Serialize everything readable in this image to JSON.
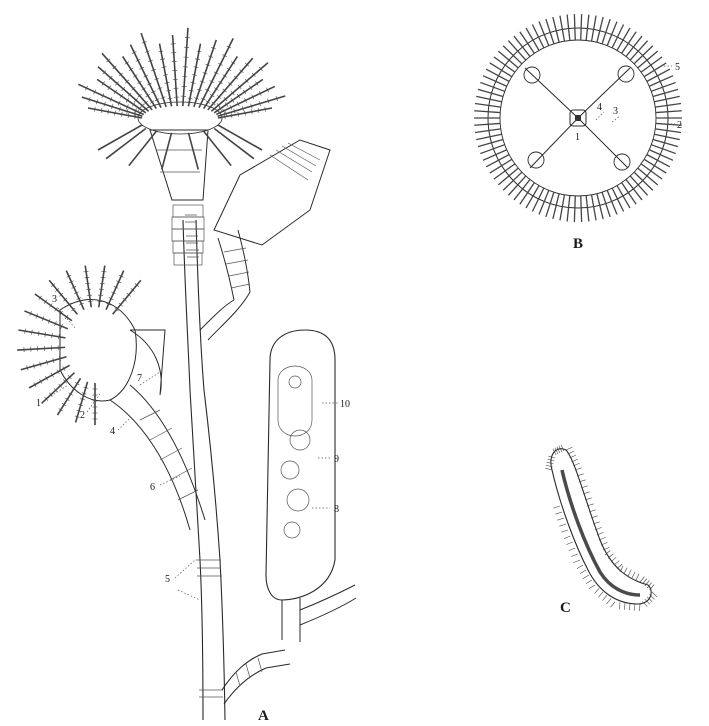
{
  "figure": {
    "panel_labels": {
      "a": "A",
      "b": "B",
      "c": "C"
    },
    "colony_labels": [
      "1",
      "2",
      "3",
      "4",
      "5",
      "6",
      "7",
      "8",
      "9",
      "10"
    ],
    "medusa_labels": [
      "1",
      "2",
      "3",
      "4",
      "5"
    ]
  }
}
